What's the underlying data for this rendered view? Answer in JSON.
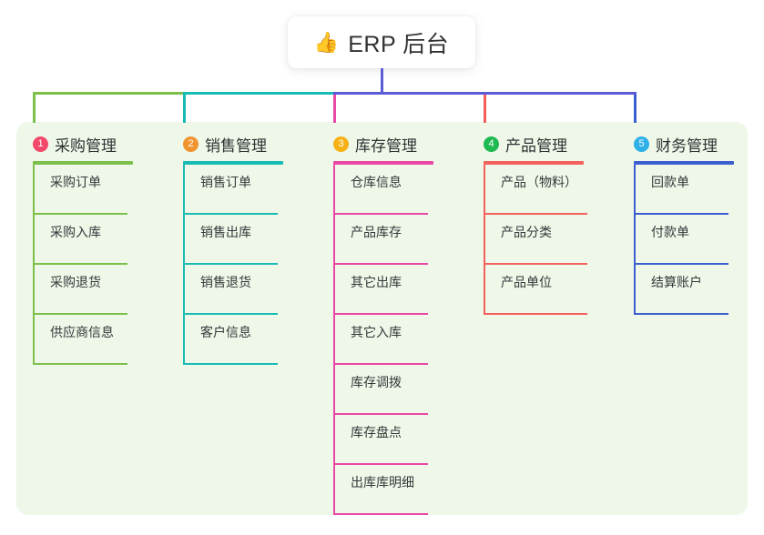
{
  "title": {
    "icon": "thumbs-up-emoji",
    "emoji": "👍",
    "text": "ERP 后台"
  },
  "colors": {
    "page_background": "#ffffff",
    "panel_background": "#eef7e8",
    "stem": "#5b5bd6",
    "text": "#35383b"
  },
  "columns": [
    {
      "number": "1",
      "title": "采购管理",
      "badge_color": "#f2496b",
      "line_color": "#7cc04b",
      "items": [
        "采购订单",
        "采购入库",
        "采购退货",
        "供应商信息"
      ]
    },
    {
      "number": "2",
      "title": "销售管理",
      "badge_color": "#f0942f",
      "line_color": "#17bcb4",
      "items": [
        "销售订单",
        "销售出库",
        "销售退货",
        "客户信息"
      ]
    },
    {
      "number": "3",
      "title": "库存管理",
      "badge_color": "#f5b115",
      "line_color": "#ea47a6",
      "items": [
        "仓库信息",
        "产品库存",
        "其它出库",
        "其它入库",
        "库存调拨",
        "库存盘点",
        "出库库明细"
      ]
    },
    {
      "number": "4",
      "title": "产品管理",
      "badge_color": "#1fb951",
      "line_color": "#f4605b",
      "items": [
        "产品（物料）",
        "产品分类",
        "产品单位"
      ]
    },
    {
      "number": "5",
      "title": "财务管理",
      "badge_color": "#2eb0e8",
      "line_color": "#3c5fd0",
      "items": [
        "回款单",
        "付款单",
        "结算账户"
      ]
    }
  ]
}
